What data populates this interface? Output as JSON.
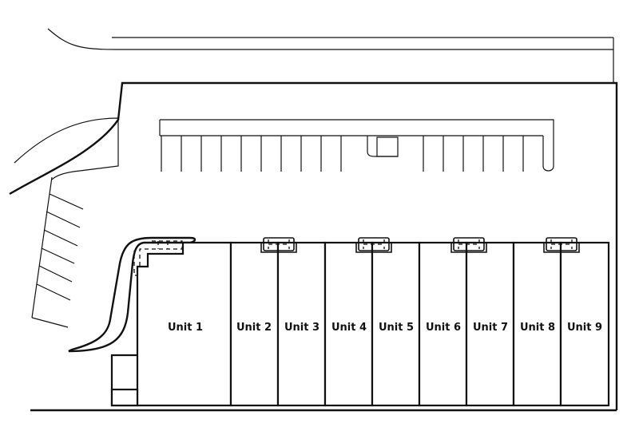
{
  "units": [
    {
      "label": "Unit 1"
    },
    {
      "label": "Unit 2"
    },
    {
      "label": "Unit 3"
    },
    {
      "label": "Unit 4"
    },
    {
      "label": "Unit 5"
    },
    {
      "label": "Unit 6"
    },
    {
      "label": "Unit 7"
    },
    {
      "label": "Unit 8"
    },
    {
      "label": "Unit 9"
    }
  ]
}
